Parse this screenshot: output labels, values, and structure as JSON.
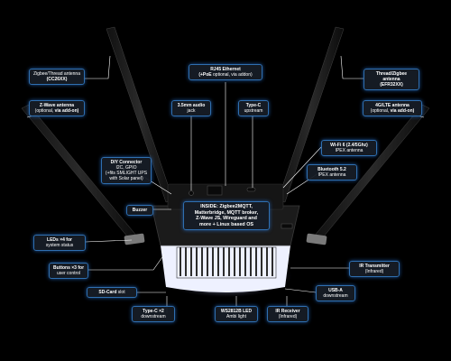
{
  "callouts": {
    "zigbee_antenna": {
      "line1": "Zigbee/Thread antenna",
      "line2": "(CC26XX)"
    },
    "rj45": {
      "line1": "RJ45 Ethernet",
      "line2_a": "(+PoE",
      "line2_b": " optional, via addon)"
    },
    "thread_antenna": {
      "line1": "Thread/Zigbee antenna",
      "line2": "(EFR32XX)"
    },
    "zwave_antenna": {
      "line1": "Z-Wave antenna",
      "line2_a": "(optional, ",
      "line2_b": "via add-on)"
    },
    "audio_jack": {
      "line1": "3.5mm audio",
      "line2": "jack"
    },
    "typec_upstream": {
      "line1": "Type-C",
      "line2": "upstream"
    },
    "lte_antenna": {
      "line1": "4G/LTE antenna",
      "line2_a": "(optional, ",
      "line2_b": "via add-on)"
    },
    "wifi": {
      "line1": "Wi-Fi 6 (2.4/5Ghz)",
      "line2": "IPEX antenna"
    },
    "diy": {
      "line1": "DIY Connector",
      "line2": "I2C, GPIO",
      "line3": "(+fits SMLIGHT UPS",
      "line4": "with Solar panel)"
    },
    "bluetooth": {
      "line1": "Bluetooth 5.2",
      "line2": "IPEX antenna"
    },
    "buzzer": {
      "line1": "Buzzer"
    },
    "inside": {
      "line1": "INSIDE: Zigbee2MQTT,",
      "line2": "Matterbridge, MQTT broker,",
      "line3": "Z-Wave JS, Wireguard and",
      "line4": "more + Linux based OS"
    },
    "leds": {
      "line1": "LEDs ×4 for",
      "line2": "system status"
    },
    "buttons": {
      "line1": "Buttons ×3 for",
      "line2": "user control"
    },
    "ir_transmitter": {
      "line1": "IR Transmitter",
      "line2": "(Infrared)"
    },
    "sd_card": {
      "line1": "SD-Card",
      "line2": " slot"
    },
    "usb_a": {
      "line1": "USB-A",
      "line2": "downstream"
    },
    "typec_downstream": {
      "line1": "Type-C ×2",
      "line2": "downstream"
    },
    "ws2812b": {
      "line1": "WS2812B LED",
      "line2": "Ambi light"
    },
    "ir_receiver": {
      "line1": "IR Receiver",
      "line2": "(Infrared)"
    }
  },
  "colors": {
    "background": "#000000",
    "callout_border": "#2f6fb0",
    "callout_fill": "#161c26",
    "leader_line": "#ffffff",
    "device_body": "#1a1a1a",
    "ambient_light": "#f2f4ff"
  }
}
